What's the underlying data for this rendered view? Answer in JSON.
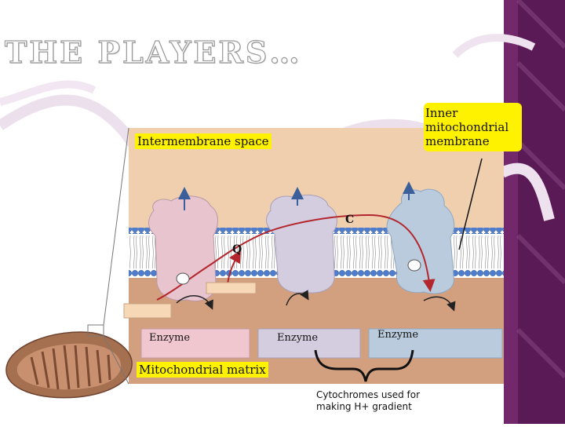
{
  "title": "THE PLAYERS…",
  "labels": {
    "intermembrane_space": "Intermembrane space",
    "inner_membrane": "Inner mitochondrial membrane",
    "matrix": "Mitochondrial matrix",
    "q": "Q",
    "c": "C",
    "enzyme_1": "Enzyme",
    "enzyme_2": "Enzyme",
    "enzyme_3": "Enzyme",
    "cytochromes_note": "Cytochromes used for making H+ gradient"
  },
  "colors": {
    "intermembrane": "#efcfae",
    "matrix": "#d3a07f",
    "protein_pink": "#e8c4cf",
    "protein_lavender": "#d4cde0",
    "protein_blue": "#b9cbdd",
    "highlight": "#fff200",
    "sidebar": "#5a1a55",
    "arrow_red": "#b4262d"
  }
}
